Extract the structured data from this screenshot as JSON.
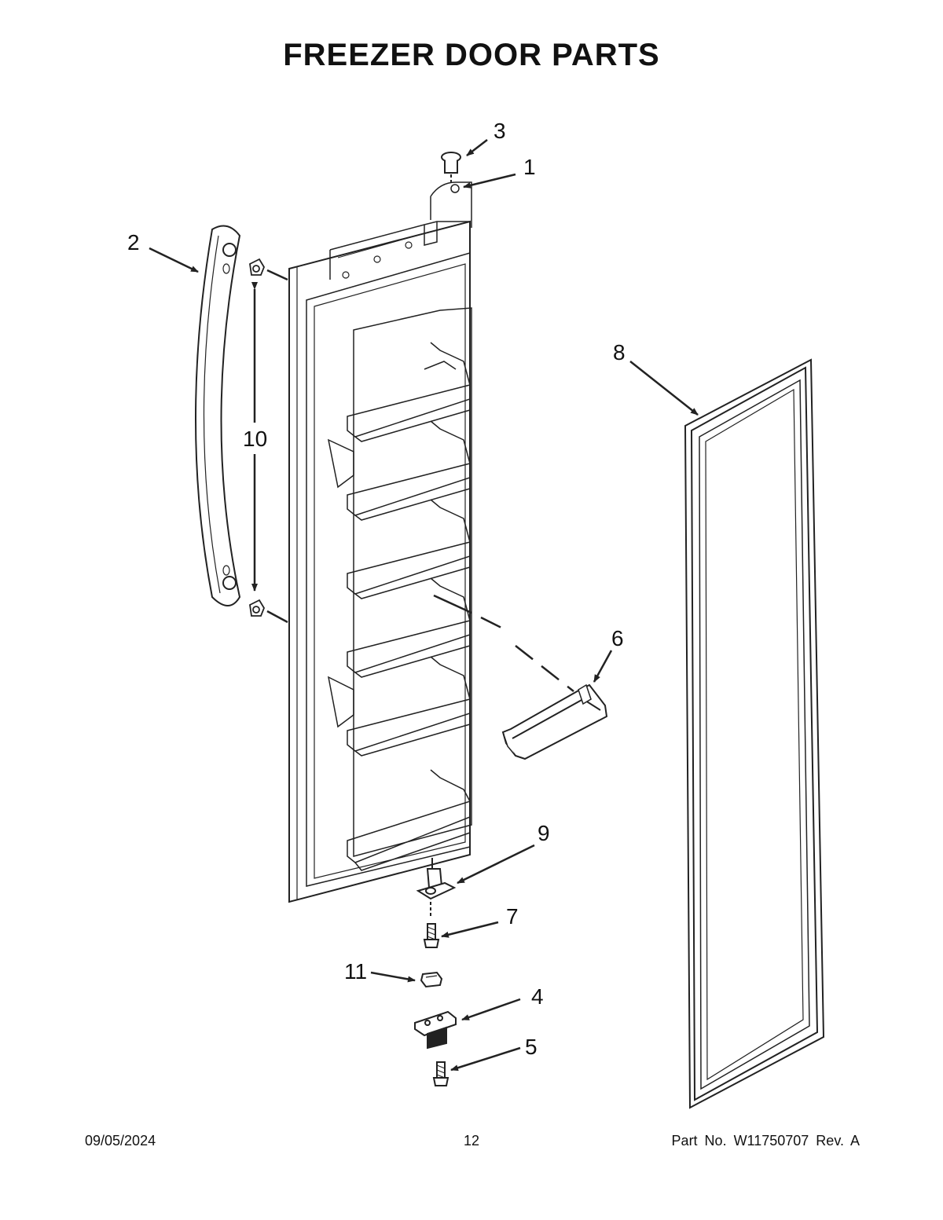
{
  "title": "FREEZER DOOR PARTS",
  "callouts": {
    "c1": "1",
    "c2": "2",
    "c3": "3",
    "c4": "4",
    "c5": "5",
    "c6": "6",
    "c7": "7",
    "c8": "8",
    "c9": "9",
    "c10": "10",
    "c11": "11"
  },
  "footer": {
    "date": "09/05/2024",
    "page": "12",
    "part": "Part No.  W11750707  Rev.  A"
  },
  "colors": {
    "line": "#222222",
    "background": "#ffffff"
  }
}
